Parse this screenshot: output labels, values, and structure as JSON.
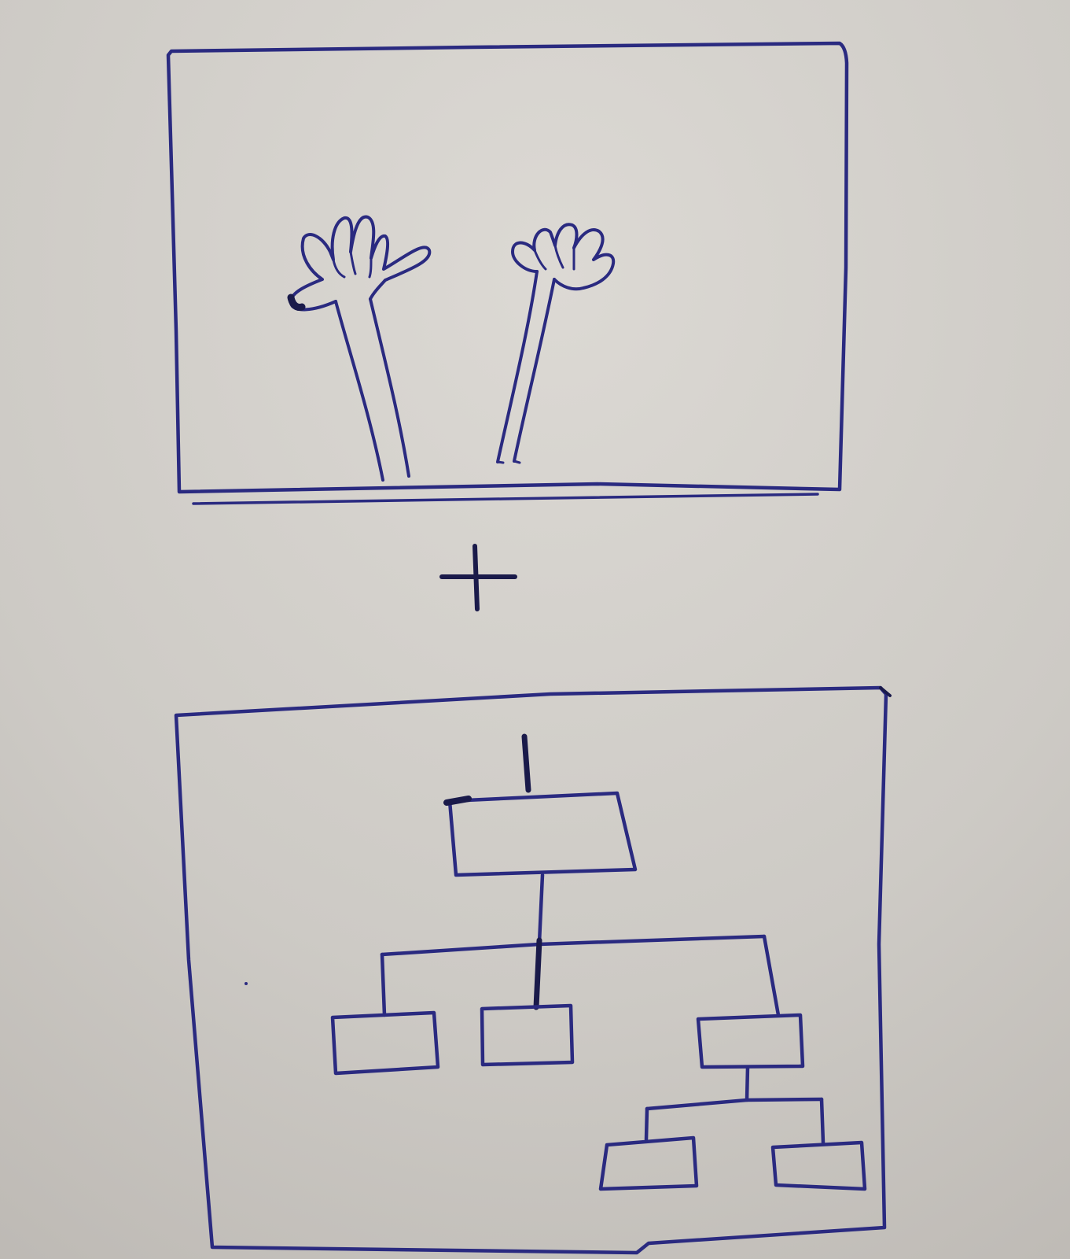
{
  "paper": {
    "color_light": "#dcd9d4",
    "color_mid": "#cdcac5",
    "color_dark": "#bdb9b4"
  },
  "ink": {
    "color": "#2a2a80",
    "color_dark": "#1a1a4a"
  },
  "panels": [
    {
      "id": "top",
      "content": "raised-hands-icon"
    },
    {
      "id": "bottom",
      "content": "hierarchy-tree"
    }
  ],
  "operator": {
    "symbol": "plus-icon"
  },
  "tree": {
    "root": {
      "children": [
        "left-leaf",
        "middle-leaf",
        "right-node"
      ]
    },
    "right-node": {
      "children": [
        "bottom-left-leaf",
        "bottom-right-leaf"
      ]
    }
  }
}
